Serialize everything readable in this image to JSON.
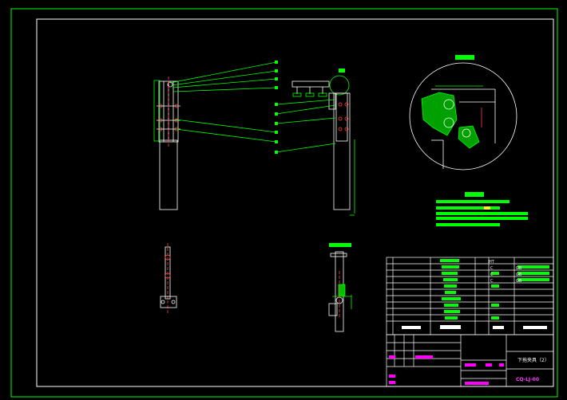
{
  "drawing": {
    "title_block": {
      "title": "下拖夹具（2）",
      "code": "CQ-LJ-00"
    },
    "spec_labels": [
      "HT",
      "C",
      "C",
      "C",
      "GB",
      "GB",
      "GB"
    ],
    "colors": {
      "background": "#000000",
      "frame": "#00ff00",
      "outline": "#ffffff",
      "hidden": "#ff0000",
      "highlight": "#ff00ff",
      "note": "#ffff00"
    }
  }
}
